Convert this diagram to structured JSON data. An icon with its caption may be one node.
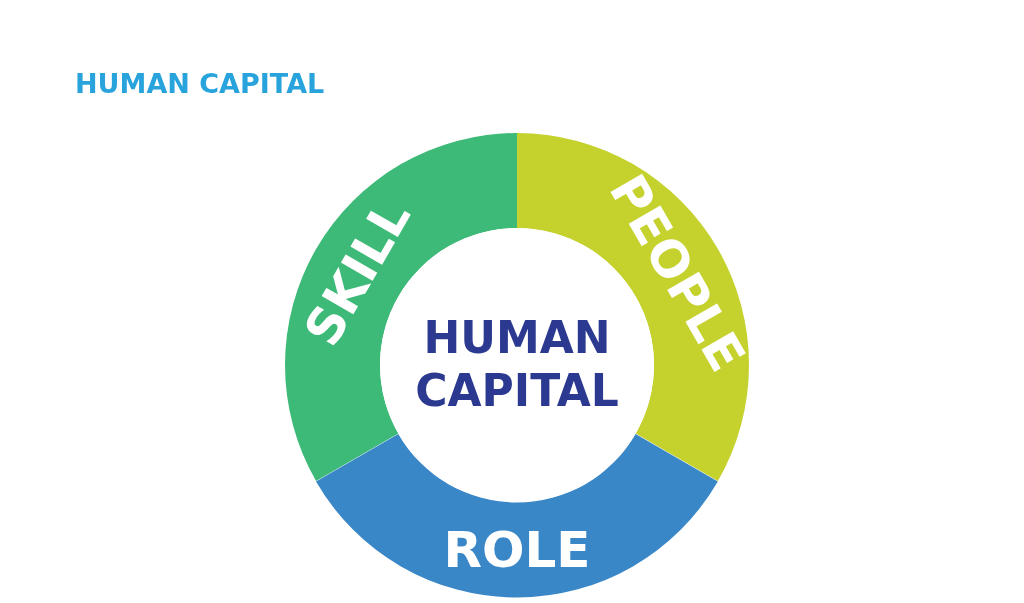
{
  "diagram": {
    "title": "HUMAN CAPITAL",
    "nodes": [
      {
        "text": [
          "SKILL"
        ]
      },
      {
        "text": [
          "PEOPLE"
        ]
      },
      {
        "text": [
          "HUMAN CAPITAL"
        ]
      },
      {
        "text": [
          "ROLE"
        ]
      }
    ]
  }
}
